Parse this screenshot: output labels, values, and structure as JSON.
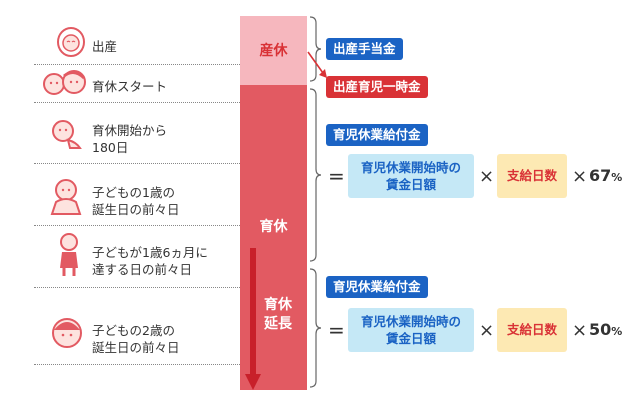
{
  "timeline": {
    "rows": [
      {
        "label_lines": [
          "出産"
        ],
        "icon": "newborn-baby-icon"
      },
      {
        "label_lines": [
          "育休スタート"
        ],
        "icon": "parent-and-baby-icon"
      },
      {
        "label_lines": [
          "育休開始から",
          "180日"
        ],
        "icon": "crawling-baby-icon"
      },
      {
        "label_lines": [
          "子どもの1歳の",
          "誕生日の前々日"
        ],
        "icon": "sitting-toddler-icon"
      },
      {
        "label_lines": [
          "子どもが1歳6ヵ月に",
          "達する日の前々日"
        ],
        "icon": "standing-child-icon"
      },
      {
        "label_lines": [
          "子どもの2歳の",
          "誕生日の前々日"
        ],
        "icon": "child-face-icon"
      }
    ]
  },
  "bar": {
    "sanky": "産休",
    "ikukyu": "育休",
    "ikukyu_encho_lines": [
      "育休",
      "延長"
    ],
    "colors": {
      "sanky": "#f6b7be",
      "ikukyu": "#e25a62",
      "arrow": "#c8202a"
    }
  },
  "benefits": {
    "shussan_teate": "出産手当金",
    "shussan_ikuji": "出産育児一時金",
    "group1": {
      "title": "育児休業給付金",
      "equals": "=",
      "base_lines": [
        "育児休業開始時の",
        "賃金日額"
      ],
      "times1": "×",
      "days": "支給日数",
      "times2": "×",
      "rate": "67",
      "unit": "%"
    },
    "group2": {
      "title": "育児休業給付金",
      "equals": "=",
      "base_lines": [
        "育児休業開始時の",
        "賃金日額"
      ],
      "times1": "×",
      "days": "支給日数",
      "times2": "×",
      "rate": "50",
      "unit": "%"
    },
    "colors": {
      "blue_tag": "#1b63c4",
      "red_tag": "#d93236",
      "base_box": "#c5e8f6",
      "days_box": "#fde9b3"
    }
  }
}
